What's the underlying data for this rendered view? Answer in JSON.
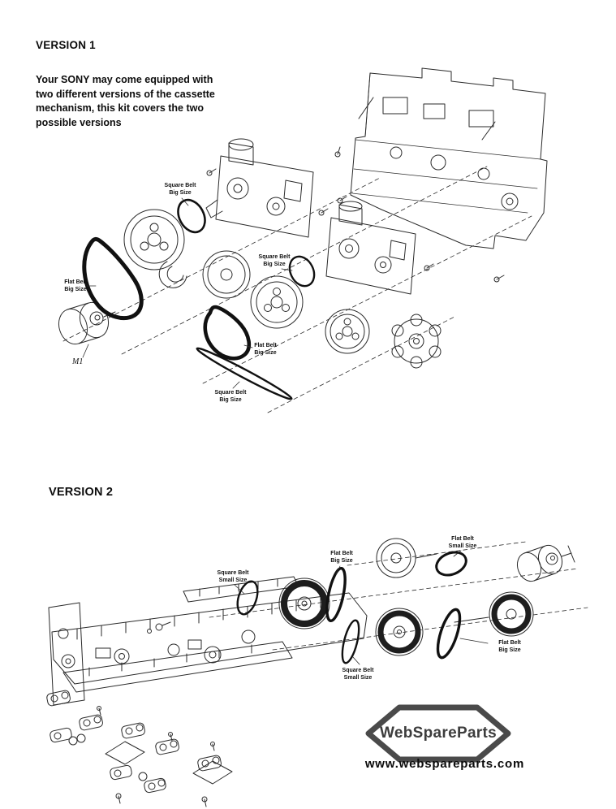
{
  "version1": {
    "title": "VERSION 1",
    "description": "Your SONY may come equipped with\ntwo different versions of the cassette\nmechanism, this kit covers the two\npossible versions",
    "labels": {
      "squareBeltBig1": {
        "line1": "Square Belt",
        "line2": "Big Size"
      },
      "flatBeltBig1": {
        "line1": "Flat Belt",
        "line2": "Big Size"
      },
      "motor": "M1",
      "squareBeltBig2": {
        "line1": "Square Belt",
        "line2": "Big Size"
      },
      "flatBeltBig2": {
        "line1": "Flat Belt",
        "line2": "Big Size"
      },
      "squareBeltBig3": {
        "line1": "Square Belt",
        "line2": "Big Size"
      }
    }
  },
  "version2": {
    "title": "VERSION 2",
    "labels": {
      "squareBeltSmall1": {
        "line1": "Square Belt",
        "line2": "Small Size"
      },
      "flatBeltBig1": {
        "line1": "Flat Belt",
        "line2": "Big Size"
      },
      "flatBeltSmall1": {
        "line1": "Flat Belt",
        "line2": "Small Size"
      },
      "squareBeltSmall2": {
        "line1": "Square Belt",
        "line2": "Small Size"
      },
      "flatBeltBig2": {
        "line1": "Flat Belt",
        "line2": "Big Size"
      }
    }
  },
  "footer": {
    "brand": "WebSpareParts",
    "url": "www.webspareparts.com"
  },
  "colors": {
    "ink": "#2a2a2a",
    "belt": "#111111",
    "logo": "#4a4a4a"
  }
}
